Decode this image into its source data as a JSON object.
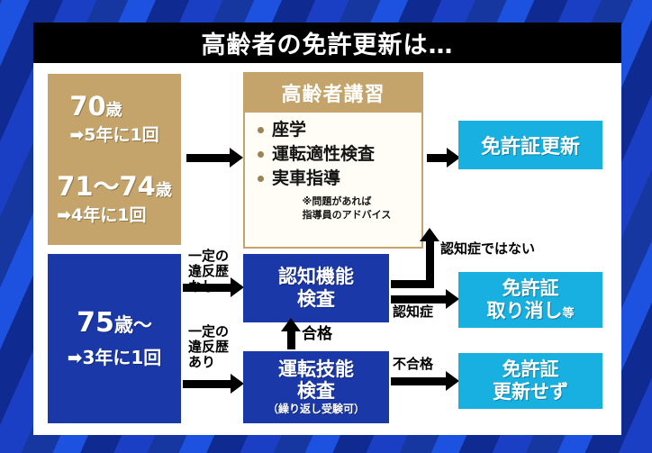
{
  "title": "高齢者の免許更新は…",
  "colors": {
    "gold": "#c4a46a",
    "navy": "#1a38a8",
    "cyan": "#17b0e0",
    "background_blue": "#123bb0",
    "title_bar": "#000000",
    "panel": "#ffffff"
  },
  "age_boxes": [
    {
      "id": "age-70-74",
      "style": "gold",
      "rows": [
        {
          "age": "70",
          "unit": "歳",
          "frequency": "➡5年に1回"
        },
        {
          "age": "71～74",
          "unit": "歳",
          "frequency": "➡4年に1回"
        }
      ]
    },
    {
      "id": "age-75-plus",
      "style": "navy",
      "age": "75",
      "unit": "歳～",
      "frequency": "➡3年に1回"
    }
  ],
  "koureisha_koushuu": {
    "header": "高齢者講習",
    "items": [
      "座学",
      "運転適性検査",
      "実車指導"
    ],
    "note_line1": "※問題があれば",
    "note_line2": "指導員のアドバイス"
  },
  "tests": {
    "cognitive": {
      "line1": "認知機能",
      "line2": "検査"
    },
    "driving_skill": {
      "line1": "運転技能",
      "line2": "検査",
      "sub": "（繰り返し受験可）"
    }
  },
  "outcomes": {
    "renew": "免許証更新",
    "revoke_line1": "免許証",
    "revoke_line2": "取り消し",
    "revoke_suffix": "等",
    "no_renew_line1": "免許証",
    "no_renew_line2": "更新せず"
  },
  "edge_labels": {
    "no_violation": "一定の\n違反歴\nなし",
    "has_violation": "一定の\n違反歴\nあり",
    "pass": "合格",
    "fail": "不合格",
    "not_dementia": "認知症ではない",
    "dementia": "認知症"
  }
}
